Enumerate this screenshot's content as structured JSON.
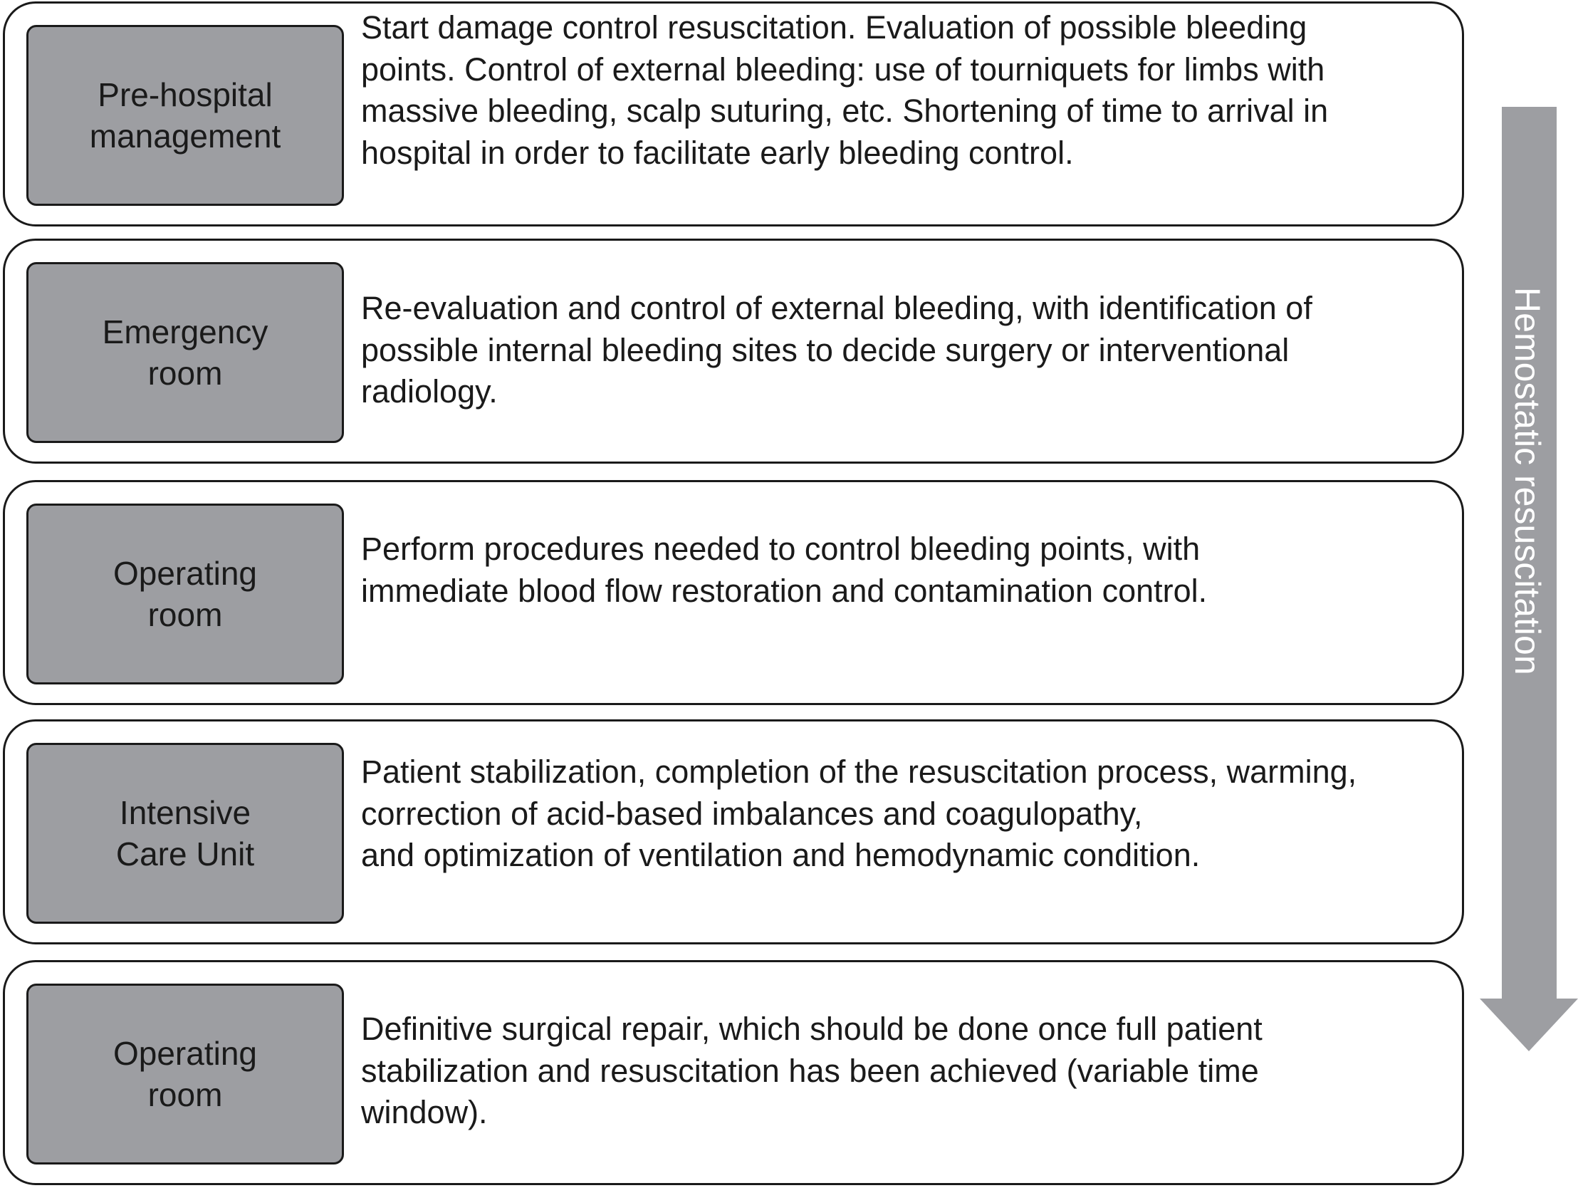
{
  "stages": [
    {
      "label": "Pre-hospital\nmanagement",
      "description": "Start damage control resuscitation. Evaluation of possible bleeding\npoints. Control of external bleeding: use of tourniquets for limbs with\nmassive bleeding, scalp suturing, etc. Shortening of time to arrival in\nhospital in order to facilitate early bleeding control."
    },
    {
      "label": "Emergency\nroom",
      "description": "Re-evaluation and control of external bleeding, with identification of\npossible internal bleeding sites to decide surgery or interventional\nradiology."
    },
    {
      "label": "Operating\nroom",
      "description": "Perform procedures needed to control bleeding points, with\nimmediate blood flow restoration and contamination control."
    },
    {
      "label": "Intensive\nCare Unit",
      "description": "Patient stabilization, completion of the resuscitation process, warming,\ncorrection of acid-based imbalances and coagulopathy,\nand optimization of ventilation and hemodynamic condition."
    },
    {
      "label": "Operating\nroom",
      "description": "Definitive surgical repair, which should be done once full patient\nstabilization and resuscitation has been achieved (variable time\nwindow)."
    }
  ],
  "arrow": {
    "label": "Hemostatic resuscitation",
    "color": "#9d9ea2"
  },
  "colors": {
    "label_box_fill": "#9d9ea2",
    "outline": "#1a1a1a"
  }
}
